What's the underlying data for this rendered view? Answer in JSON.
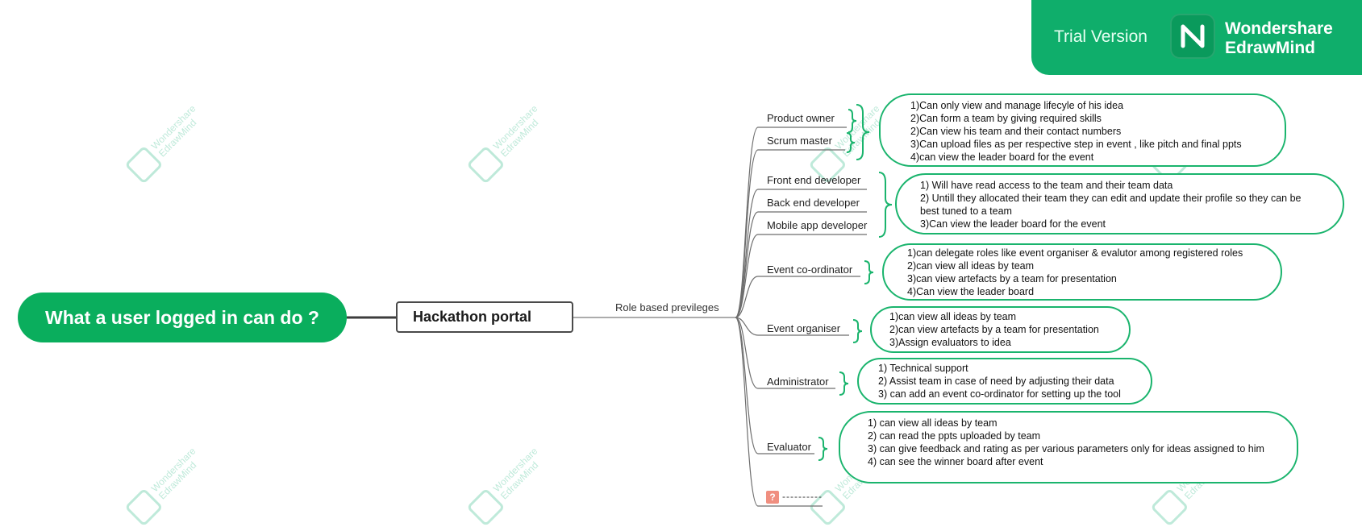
{
  "banner": {
    "trial_label": "Trial Version",
    "brand_line1": "Wondershare",
    "brand_line2": "EdrawMind",
    "logo_icon": "edrawmind-logo-icon",
    "color": "#0fae6b"
  },
  "watermark": {
    "line1": "Wondershare",
    "line2": "EdrawMind"
  },
  "root": {
    "label": "What a user logged in can do ?"
  },
  "main": {
    "label": "Hackathon portal"
  },
  "relation": {
    "label": "Role based previleges"
  },
  "roles": [
    {
      "label": "Product owner"
    },
    {
      "label": "Scrum master"
    },
    {
      "label": "Front end developer"
    },
    {
      "label": "Back end developer"
    },
    {
      "label": "Mobile app developer"
    },
    {
      "label": "Event co-ordinator"
    },
    {
      "label": "Event organiser"
    },
    {
      "label": "Administrator"
    },
    {
      "label": "Evaluator"
    }
  ],
  "notes": [
    {
      "lines": [
        "1)Can only view and manage lifecyle of his idea",
        "2)Can form a team by giving required skills",
        "2)Can view his team and their contact numbers",
        "3)Can upload files as per respective step in event , like pitch and final ppts",
        "4)can view the leader board for the event"
      ]
    },
    {
      "lines": [
        "1) Will have read access to the team and their team data",
        "2) Untill they allocated their team they can edit and update their profile so they can be best tuned to a team",
        "3)Can view the leader board for the event"
      ]
    },
    {
      "lines": [
        "1)can delegate roles like event organiser & evalutor among registered roles",
        "2)can view all ideas by team",
        "3)can view artefacts by a team for presentation",
        "4)Can view the leader board"
      ]
    },
    {
      "lines": [
        "1)can view all ideas by team",
        "2)can view artefacts by a team for presentation",
        "3)Assign evaluators to idea"
      ]
    },
    {
      "lines": [
        "1) Technical support",
        "2) Assist team in case of need by adjusting their data",
        "3) can add an event co-ordinator for setting up the tool"
      ]
    },
    {
      "lines": [
        "1) can view all ideas by team",
        "2) can read the ppts uploaded by team",
        "3) can give feedback and rating as per various parameters only for ideas assigned to him",
        "4) can see the winner board after event"
      ]
    }
  ],
  "placeholder": {
    "icon": "question-mark-icon",
    "text": "----------"
  },
  "colors": {
    "root": "#0aae5d",
    "note_border": "#1ab46d",
    "branch": "#6e6e6e",
    "brace": "#1ab46d"
  }
}
